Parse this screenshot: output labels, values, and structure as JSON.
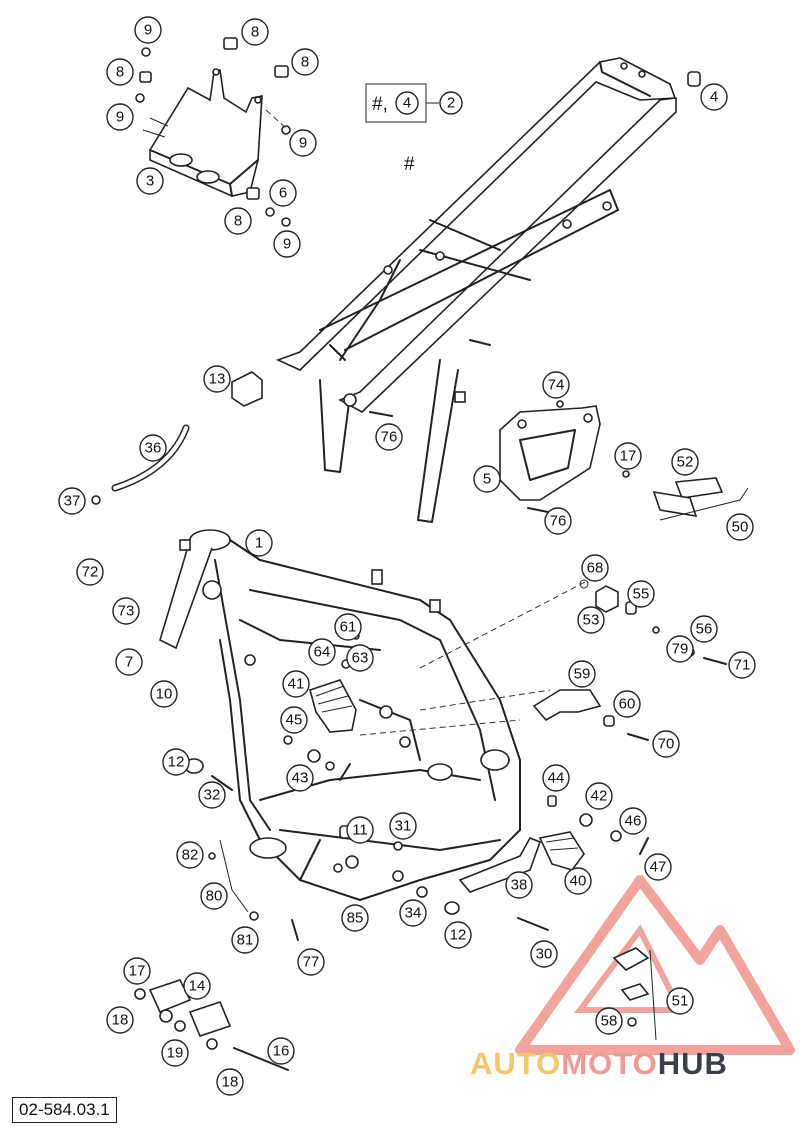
{
  "reference_code": "02-584.03.1",
  "watermark": {
    "part_a": "AUTO",
    "part_b": "MOTO",
    "part_c": "HUB"
  },
  "frame_marker": "#",
  "kit_label": {
    "prefix": "#,",
    "inner_number": "4",
    "number": "2"
  },
  "callouts": [
    "9",
    "8",
    "8",
    "8",
    "9",
    "9",
    "3",
    "8",
    "6",
    "9",
    "4",
    "13",
    "76",
    "36",
    "37",
    "74",
    "5",
    "76",
    "17",
    "52",
    "50",
    "1",
    "72",
    "73",
    "7",
    "10",
    "68",
    "55",
    "53",
    "56",
    "79",
    "71",
    "61",
    "64",
    "63",
    "59",
    "41",
    "60",
    "45",
    "70",
    "43",
    "12",
    "32",
    "44",
    "42",
    "46",
    "47",
    "11",
    "31",
    "82",
    "38",
    "40",
    "80",
    "85",
    "34",
    "12",
    "81",
    "77",
    "30",
    "17",
    "14",
    "18",
    "19",
    "16",
    "18",
    "51",
    "58"
  ]
}
